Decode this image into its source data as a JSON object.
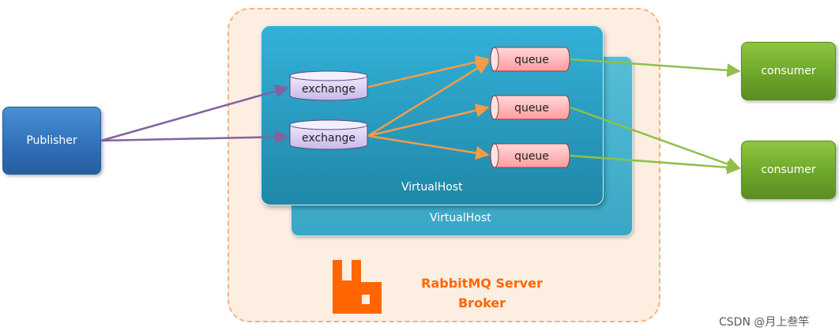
{
  "broker": {
    "title_line1": "RabbitMQ Server",
    "title_line2": "Broker"
  },
  "virtual_hosts": [
    {
      "label": "VirtualHost"
    },
    {
      "label": "VirtualHost"
    }
  ],
  "publisher": {
    "label": "Publisher"
  },
  "exchanges": [
    {
      "label": "exchange"
    },
    {
      "label": "exchange"
    }
  ],
  "queues": [
    {
      "label": "queue"
    },
    {
      "label": "queue"
    },
    {
      "label": "queue"
    }
  ],
  "consumers": [
    {
      "label": "consumer"
    },
    {
      "label": "consumer"
    }
  ],
  "colors": {
    "broker_fill": "#fdeee2",
    "broker_border": "#f4b183",
    "virtualhost": "#2a9cc0",
    "publisher": "#2f6fb7",
    "consumer": "#6aa428",
    "exchange": "#d9ccf0",
    "queue": "#ffc0c0",
    "publish_arrow": "#8064a2",
    "binding_arrow": "#f39c4a",
    "consume_arrow": "#8fbf4a",
    "brand_orange": "#ff6600"
  },
  "watermark": "CSDN @月上叁竿"
}
